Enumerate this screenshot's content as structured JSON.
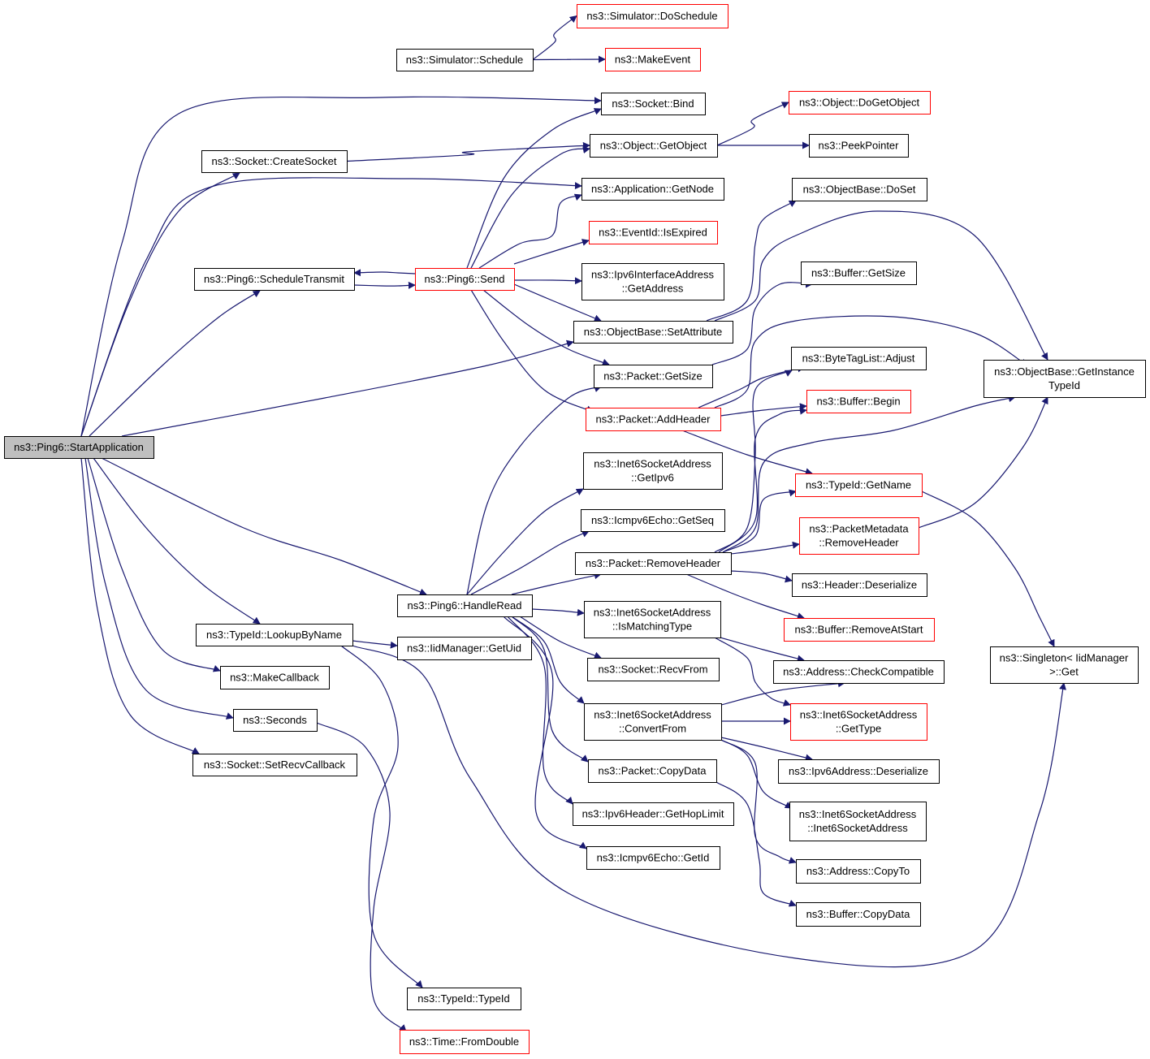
{
  "nodes": {
    "start_application": {
      "lines": [
        "ns3::Ping6::StartApplication"
      ],
      "style": "root"
    },
    "sim_doschedule": {
      "lines": [
        "ns3::Simulator::DoSchedule"
      ],
      "style": "truncated"
    },
    "sim_schedule": {
      "lines": [
        "ns3::Simulator::Schedule"
      ],
      "style": "normal"
    },
    "make_event": {
      "lines": [
        "ns3::MakeEvent"
      ],
      "style": "truncated"
    },
    "socket_bind": {
      "lines": [
        "ns3::Socket::Bind"
      ],
      "style": "normal"
    },
    "object_dogetobject": {
      "lines": [
        "ns3::Object::DoGetObject"
      ],
      "style": "truncated"
    },
    "socket_createsocket": {
      "lines": [
        "ns3::Socket::CreateSocket"
      ],
      "style": "normal"
    },
    "object_getobject": {
      "lines": [
        "ns3::Object::GetObject"
      ],
      "style": "normal"
    },
    "peek_pointer": {
      "lines": [
        "ns3::PeekPointer"
      ],
      "style": "normal"
    },
    "app_getnode": {
      "lines": [
        "ns3::Application::GetNode"
      ],
      "style": "normal"
    },
    "objectbase_doset": {
      "lines": [
        "ns3::ObjectBase::DoSet"
      ],
      "style": "normal"
    },
    "eventid_isexpired": {
      "lines": [
        "ns3::EventId::IsExpired"
      ],
      "style": "truncated"
    },
    "ping6_scheduletransmit": {
      "lines": [
        "ns3::Ping6::ScheduleTransmit"
      ],
      "style": "normal"
    },
    "ping6_send": {
      "lines": [
        "ns3::Ping6::Send"
      ],
      "style": "truncated"
    },
    "ipv6ifaddr_getaddress": {
      "lines": [
        "ns3::Ipv6InterfaceAddress",
        "::GetAddress"
      ],
      "style": "normal"
    },
    "buffer_getsize": {
      "lines": [
        "ns3::Buffer::GetSize"
      ],
      "style": "normal"
    },
    "objectbase_setattribute": {
      "lines": [
        "ns3::ObjectBase::SetAttribute"
      ],
      "style": "normal"
    },
    "bytetaglist_adjust": {
      "lines": [
        "ns3::ByteTagList::Adjust"
      ],
      "style": "normal"
    },
    "objectbase_getinstancetypeid": {
      "lines": [
        "ns3::ObjectBase::GetInstance",
        "TypeId"
      ],
      "style": "normal"
    },
    "packet_getsize": {
      "lines": [
        "ns3::Packet::GetSize"
      ],
      "style": "normal"
    },
    "buffer_begin": {
      "lines": [
        "ns3::Buffer::Begin"
      ],
      "style": "truncated"
    },
    "packet_addheader": {
      "lines": [
        "ns3::Packet::AddHeader"
      ],
      "style": "truncated"
    },
    "inet6_getipv6": {
      "lines": [
        "ns3::Inet6SocketAddress",
        "::GetIpv6"
      ],
      "style": "normal"
    },
    "typeid_getname": {
      "lines": [
        "ns3::TypeId::GetName"
      ],
      "style": "truncated"
    },
    "icmpv6echo_getseq": {
      "lines": [
        "ns3::Icmpv6Echo::GetSeq"
      ],
      "style": "normal"
    },
    "packetmetadata_removeheader": {
      "lines": [
        "ns3::PacketMetadata",
        "::RemoveHeader"
      ],
      "style": "truncated"
    },
    "packet_removeheader": {
      "lines": [
        "ns3::Packet::RemoveHeader"
      ],
      "style": "normal"
    },
    "header_deserialize": {
      "lines": [
        "ns3::Header::Deserialize"
      ],
      "style": "normal"
    },
    "ping6_handleread": {
      "lines": [
        "ns3::Ping6::HandleRead"
      ],
      "style": "normal"
    },
    "inet6_ismatchingtype": {
      "lines": [
        "ns3::Inet6SocketAddress",
        "::IsMatchingType"
      ],
      "style": "normal"
    },
    "buffer_removeatstart": {
      "lines": [
        "ns3::Buffer::RemoveAtStart"
      ],
      "style": "truncated"
    },
    "typeid_lookupbyname": {
      "lines": [
        "ns3::TypeId::LookupByName"
      ],
      "style": "normal"
    },
    "iidmanager_getuid": {
      "lines": [
        "ns3::IidManager::GetUid"
      ],
      "style": "normal"
    },
    "singleton_get": {
      "lines": [
        "ns3::Singleton< IidManager",
        ">::Get"
      ],
      "style": "normal"
    },
    "socket_recvfrom": {
      "lines": [
        "ns3::Socket::RecvFrom"
      ],
      "style": "normal"
    },
    "address_checkcompatible": {
      "lines": [
        "ns3::Address::CheckCompatible"
      ],
      "style": "normal"
    },
    "make_callback": {
      "lines": [
        "ns3::MakeCallback"
      ],
      "style": "normal"
    },
    "inet6_convertfrom": {
      "lines": [
        "ns3::Inet6SocketAddress",
        "::ConvertFrom"
      ],
      "style": "normal"
    },
    "inet6_gettype": {
      "lines": [
        "ns3::Inet6SocketAddress",
        "::GetType"
      ],
      "style": "truncated"
    },
    "seconds": {
      "lines": [
        "ns3::Seconds"
      ],
      "style": "normal"
    },
    "socket_setrecvcallback": {
      "lines": [
        "ns3::Socket::SetRecvCallback"
      ],
      "style": "normal"
    },
    "packet_copydata": {
      "lines": [
        "ns3::Packet::CopyData"
      ],
      "style": "normal"
    },
    "ipv6address_deserialize": {
      "lines": [
        "ns3::Ipv6Address::Deserialize"
      ],
      "style": "normal"
    },
    "ipv6header_gethoplimit": {
      "lines": [
        "ns3::Ipv6Header::GetHopLimit"
      ],
      "style": "normal"
    },
    "inet6_ctor": {
      "lines": [
        "ns3::Inet6SocketAddress",
        "::Inet6SocketAddress"
      ],
      "style": "normal"
    },
    "icmpv6echo_getid": {
      "lines": [
        "ns3::Icmpv6Echo::GetId"
      ],
      "style": "normal"
    },
    "address_copyto": {
      "lines": [
        "ns3::Address::CopyTo"
      ],
      "style": "normal"
    },
    "buffer_copydata": {
      "lines": [
        "ns3::Buffer::CopyData"
      ],
      "style": "normal"
    },
    "typeid_typeid": {
      "lines": [
        "ns3::TypeId::TypeId"
      ],
      "style": "normal"
    },
    "time_fromdouble": {
      "lines": [
        "ns3::Time::FromDouble"
      ],
      "style": "truncated"
    }
  },
  "edges": [
    [
      "start_application",
      "sim_schedule"
    ],
    [
      "start_application",
      "socket_bind"
    ],
    [
      "start_application",
      "socket_createsocket"
    ],
    [
      "start_application",
      "app_getnode"
    ],
    [
      "start_application",
      "ping6_scheduletransmit"
    ],
    [
      "start_application",
      "objectbase_setattribute"
    ],
    [
      "start_application",
      "ping6_handleread"
    ],
    [
      "start_application",
      "typeid_lookupbyname"
    ],
    [
      "start_application",
      "make_callback"
    ],
    [
      "start_application",
      "seconds"
    ],
    [
      "start_application",
      "socket_setrecvcallback"
    ],
    [
      "sim_schedule",
      "sim_doschedule"
    ],
    [
      "sim_schedule",
      "make_event"
    ],
    [
      "socket_createsocket",
      "object_getobject"
    ],
    [
      "object_getobject",
      "object_dogetobject"
    ],
    [
      "object_getobject",
      "peek_pointer"
    ],
    [
      "ping6_scheduletransmit",
      "ping6_send"
    ],
    [
      "ping6_send",
      "ping6_scheduletransmit"
    ],
    [
      "ping6_send",
      "socket_bind"
    ],
    [
      "ping6_send",
      "object_getobject"
    ],
    [
      "ping6_send",
      "app_getnode"
    ],
    [
      "ping6_send",
      "eventid_isexpired"
    ],
    [
      "ping6_send",
      "ipv6ifaddr_getaddress"
    ],
    [
      "ping6_send",
      "objectbase_setattribute"
    ],
    [
      "ping6_send",
      "packet_getsize"
    ],
    [
      "ping6_send",
      "packet_addheader"
    ],
    [
      "objectbase_setattribute",
      "objectbase_doset"
    ],
    [
      "objectbase_setattribute",
      "objectbase_getinstancetypeid"
    ],
    [
      "packet_getsize",
      "buffer_getsize"
    ],
    [
      "packet_addheader",
      "bytetaglist_adjust"
    ],
    [
      "packet_addheader",
      "buffer_begin"
    ],
    [
      "packet_addheader",
      "objectbase_getinstancetypeid"
    ],
    [
      "packet_addheader",
      "typeid_getname"
    ],
    [
      "typeid_getname",
      "singleton_get"
    ],
    [
      "packetmetadata_removeheader",
      "objectbase_getinstancetypeid"
    ],
    [
      "ping6_handleread",
      "packet_getsize"
    ],
    [
      "ping6_handleread",
      "inet6_getipv6"
    ],
    [
      "ping6_handleread",
      "icmpv6echo_getseq"
    ],
    [
      "ping6_handleread",
      "packet_removeheader"
    ],
    [
      "ping6_handleread",
      "inet6_ismatchingtype"
    ],
    [
      "ping6_handleread",
      "socket_recvfrom"
    ],
    [
      "ping6_handleread",
      "inet6_convertfrom"
    ],
    [
      "ping6_handleread",
      "packet_copydata"
    ],
    [
      "ping6_handleread",
      "ipv6header_gethoplimit"
    ],
    [
      "ping6_handleread",
      "icmpv6echo_getid"
    ],
    [
      "packet_removeheader",
      "bytetaglist_adjust"
    ],
    [
      "packet_removeheader",
      "buffer_begin"
    ],
    [
      "packet_removeheader",
      "objectbase_getinstancetypeid"
    ],
    [
      "packet_removeheader",
      "typeid_getname"
    ],
    [
      "packet_removeheader",
      "packetmetadata_removeheader"
    ],
    [
      "packet_removeheader",
      "header_deserialize"
    ],
    [
      "packet_removeheader",
      "buffer_removeatstart"
    ],
    [
      "inet6_ismatchingtype",
      "address_checkcompatible"
    ],
    [
      "inet6_ismatchingtype",
      "inet6_gettype"
    ],
    [
      "inet6_convertfrom",
      "address_checkcompatible"
    ],
    [
      "inet6_convertfrom",
      "inet6_gettype"
    ],
    [
      "inet6_convertfrom",
      "ipv6address_deserialize"
    ],
    [
      "inet6_convertfrom",
      "inet6_ctor"
    ],
    [
      "inet6_convertfrom",
      "address_copyto"
    ],
    [
      "packet_copydata",
      "buffer_copydata"
    ],
    [
      "typeid_lookupbyname",
      "iidmanager_getuid"
    ],
    [
      "typeid_lookupbyname",
      "singleton_get"
    ],
    [
      "typeid_lookupbyname",
      "typeid_typeid"
    ],
    [
      "seconds",
      "time_fromdouble"
    ]
  ],
  "colors": {
    "edge": "#191970",
    "normal_border": "#000000",
    "truncated_border": "#ff0000",
    "root_fill": "#bfbfbf",
    "node_fill": "#ffffff",
    "text": "#000000"
  }
}
